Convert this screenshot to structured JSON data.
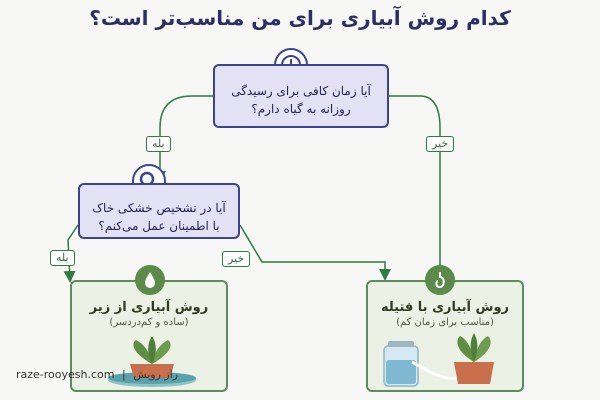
{
  "title": "کدام روش آبیاری برای من مناسب‌تر است؟",
  "q1": {
    "line1": "آیا زمان کافی برای رسیدگی",
    "line2": "روزانه به گیاه دارم؟",
    "icon": "clock-icon"
  },
  "q2": {
    "line1": "آیا در تشخیص خشکی خاک",
    "line2": "با اطمینان عمل می‌کنم؟",
    "icon": "magnifier-icon"
  },
  "tags": {
    "q1_yes": "بله",
    "q1_no": "خیر",
    "q2_yes": "بله",
    "q2_no": "خیر"
  },
  "result_left": {
    "title": "روش آبیاری از زیر",
    "subtitle": "(ساده و کم‌دردسر)",
    "icon": "water-drop-icon"
  },
  "result_right": {
    "title": "روش آبیاری با فتیله",
    "subtitle": "(مناسب برای زمان کم)",
    "icon": "wick-icon"
  },
  "footer": {
    "site": "raze-rooyesh.com",
    "separator": "|",
    "brand": "راز رویش"
  },
  "colors": {
    "question_border": "#3d4394",
    "question_fill": "#e3e2f4",
    "result_border": "#5d8b5e",
    "result_fill": "#ebf1e4",
    "tag_border": "#2f7a45",
    "title": "#2c2f66"
  }
}
